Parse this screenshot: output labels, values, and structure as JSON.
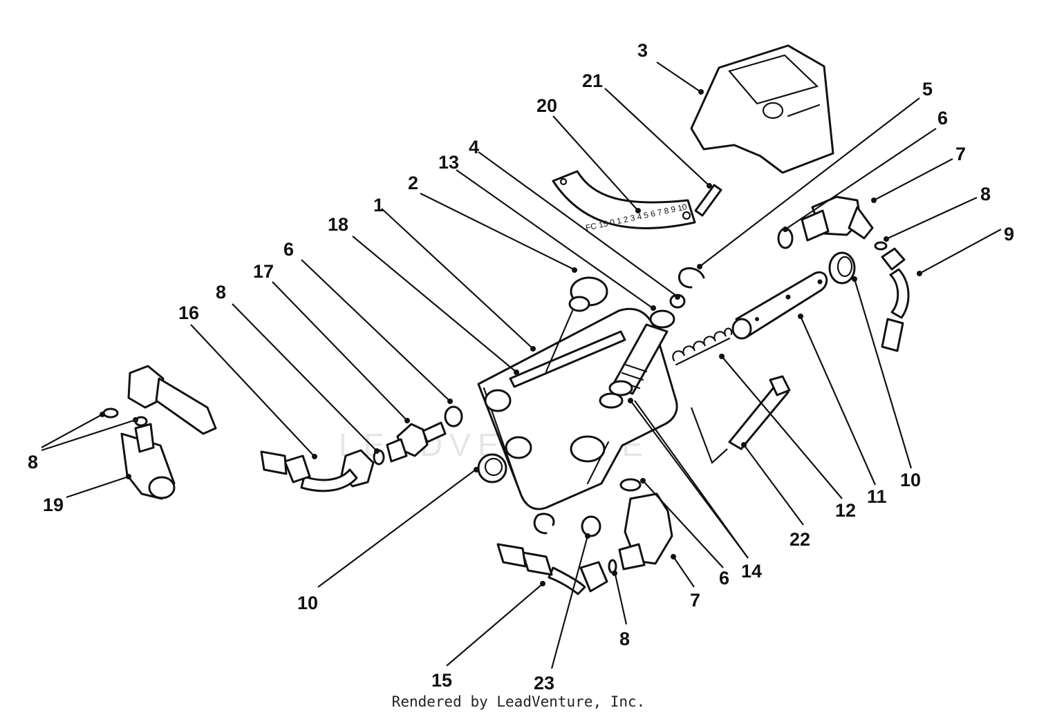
{
  "watermark": {
    "text": "LEADVENTURE"
  },
  "scale_plate": {
    "text": "FC 15   0 1 2 3 4 5 6 7 8 9 10"
  },
  "footer": {
    "credit": "Rendered by LeadVenture, Inc."
  },
  "callouts": [
    {
      "id": "c3",
      "label": "3"
    },
    {
      "id": "c21",
      "label": "21"
    },
    {
      "id": "c20",
      "label": "20"
    },
    {
      "id": "c5",
      "label": "5"
    },
    {
      "id": "c6a",
      "label": "6"
    },
    {
      "id": "c7a",
      "label": "7"
    },
    {
      "id": "c8a",
      "label": "8"
    },
    {
      "id": "c9",
      "label": "9"
    },
    {
      "id": "c4",
      "label": "4"
    },
    {
      "id": "c13",
      "label": "13"
    },
    {
      "id": "c2",
      "label": "2"
    },
    {
      "id": "c1",
      "label": "1"
    },
    {
      "id": "c18",
      "label": "18"
    },
    {
      "id": "c6b",
      "label": "6"
    },
    {
      "id": "c17",
      "label": "17"
    },
    {
      "id": "c8b",
      "label": "8"
    },
    {
      "id": "c16",
      "label": "16"
    },
    {
      "id": "c8c",
      "label": "8"
    },
    {
      "id": "c19",
      "label": "19"
    },
    {
      "id": "c10a",
      "label": "10"
    },
    {
      "id": "c10b",
      "label": "10"
    },
    {
      "id": "c11",
      "label": "11"
    },
    {
      "id": "c12",
      "label": "12"
    },
    {
      "id": "c22",
      "label": "22"
    },
    {
      "id": "c14",
      "label": "14"
    },
    {
      "id": "c6c",
      "label": "6"
    },
    {
      "id": "c7b",
      "label": "7"
    },
    {
      "id": "c8d",
      "label": "8"
    },
    {
      "id": "c15",
      "label": "15"
    },
    {
      "id": "c23",
      "label": "23"
    }
  ]
}
